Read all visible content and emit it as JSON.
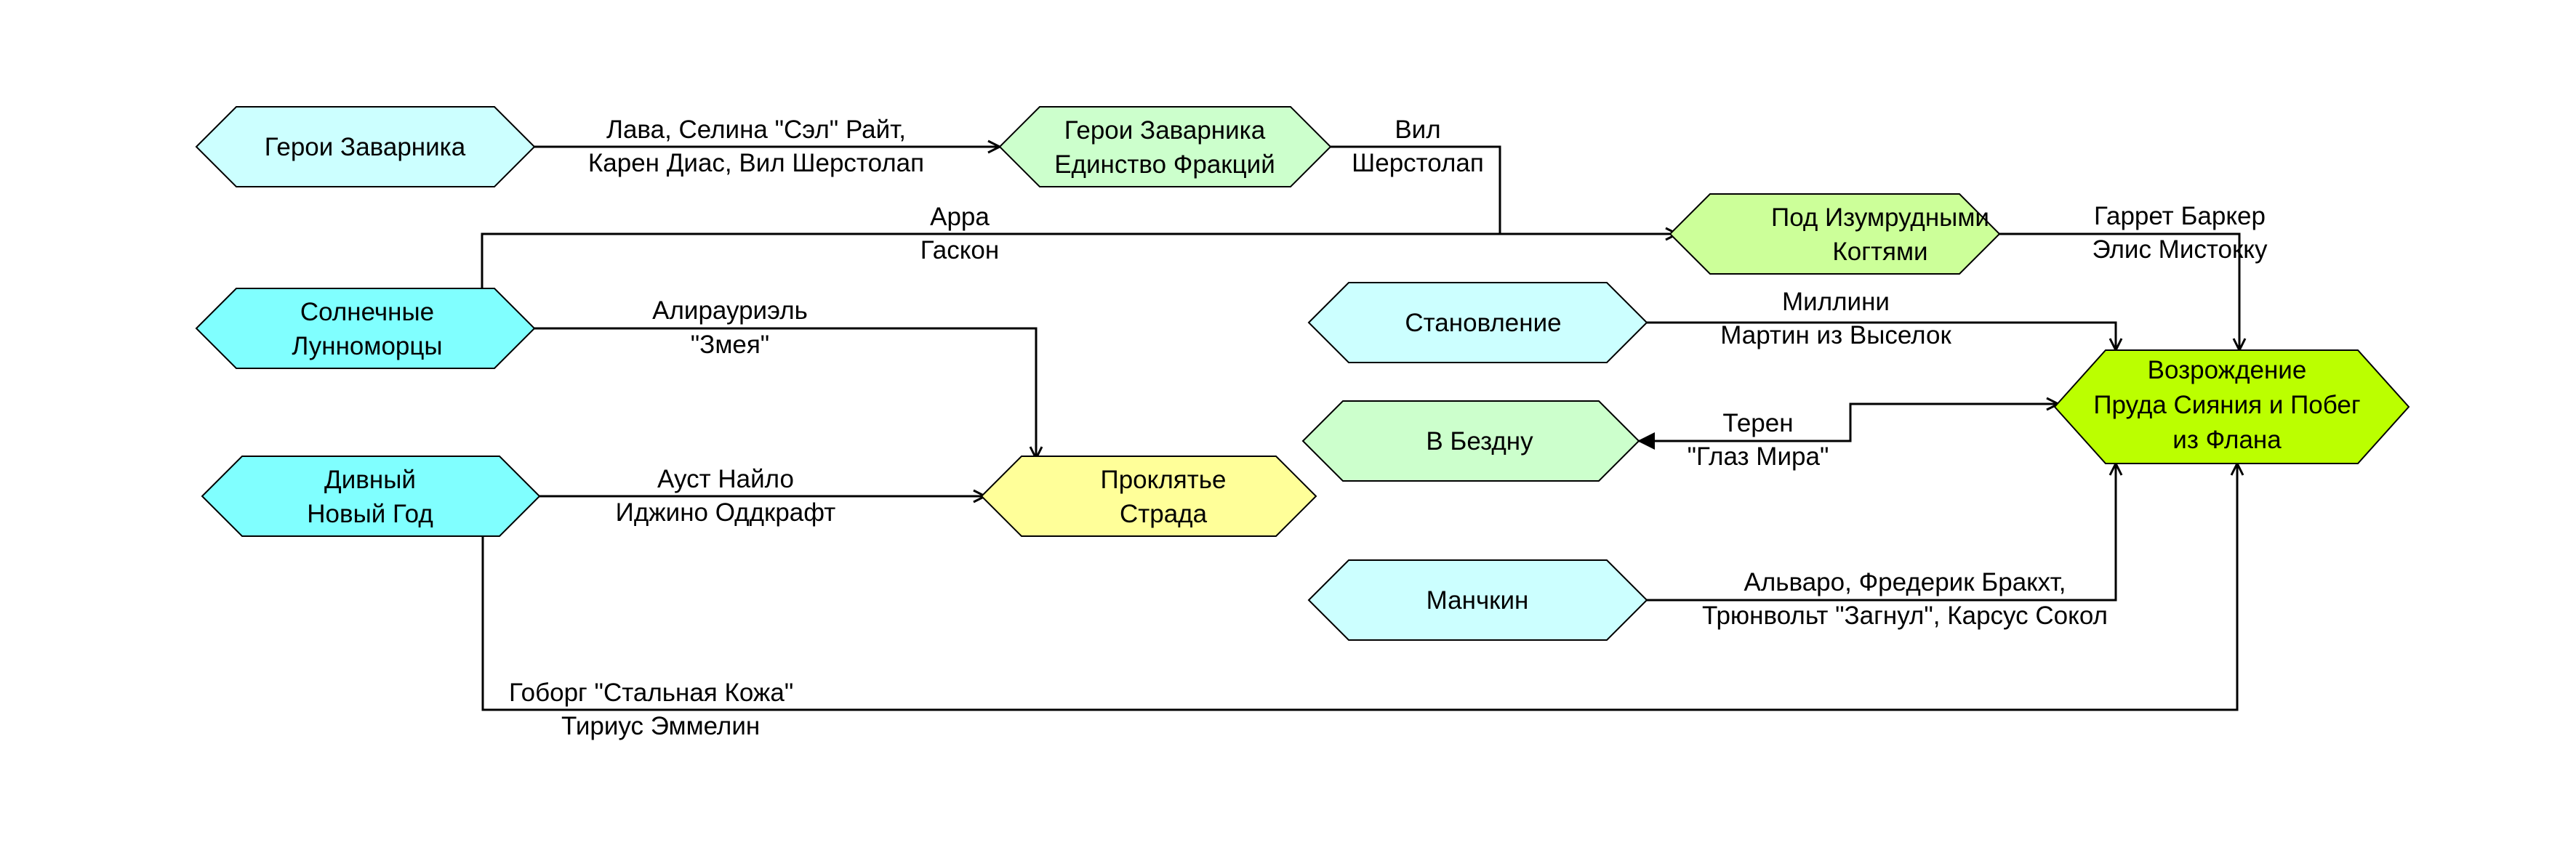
{
  "colors": {
    "cyan": "#ccffff",
    "teal": "#80ffff",
    "lightgreen": "#ccffcc",
    "midgreen": "#ccff99",
    "yellow": "#ffff99",
    "lime": "#bbff00"
  },
  "nodes": {
    "geroi": {
      "lines": [
        "Герои Заварника"
      ],
      "color": "cyan"
    },
    "geroi_edinstvo": {
      "lines": [
        "Герои Заварника",
        "Единство Фракций"
      ],
      "color": "lightgreen"
    },
    "izumrud": {
      "lines": [
        "Под Изумрудными",
        "Когтями"
      ],
      "color": "midgreen"
    },
    "solnechnye": {
      "lines": [
        "Солнечные",
        "Лунноморцы"
      ],
      "color": "teal"
    },
    "stanovlenie": {
      "lines": [
        "Становление"
      ],
      "color": "cyan"
    },
    "vozrozhdenie": {
      "lines": [
        "Возрождение",
        "Пруда Сияния и Побег",
        "из Флана"
      ],
      "color": "lime"
    },
    "v_bezdnu": {
      "lines": [
        "В Бездну"
      ],
      "color": "lightgreen"
    },
    "divny": {
      "lines": [
        "Дивный",
        "Новый Год"
      ],
      "color": "teal"
    },
    "proklyatie": {
      "lines": [
        "Проклятье",
        "Страда"
      ],
      "color": "yellow"
    },
    "manchkin": {
      "lines": [
        "Манчкин"
      ],
      "color": "cyan"
    }
  },
  "edges": {
    "lava": {
      "lines": [
        "Лава, Селина \"Сэл\" Райт,",
        "Карен Диас, Вил Шерстолап"
      ]
    },
    "vil": {
      "lines": [
        "Вил",
        "Шерстолап"
      ]
    },
    "arra": {
      "lines": [
        "Арра",
        "Гаскон"
      ]
    },
    "garret": {
      "lines": [
        "Гаррет Баркер",
        "Элис Мистокку"
      ]
    },
    "aliraurial": {
      "lines": [
        "Алирауриэль",
        "\"Змея\""
      ]
    },
    "millini": {
      "lines": [
        "Миллини",
        "Мартин из Выселок"
      ]
    },
    "teren": {
      "lines": [
        "Терен",
        "\"Глаз Мира\""
      ]
    },
    "aust": {
      "lines": [
        "Ауст Найло",
        "Иджино Оддкрафт"
      ]
    },
    "alvaro": {
      "lines": [
        "Альваро, Фредерик Бракхт,",
        "Трюнвольт \"Загнул\", Карсус Сокол"
      ]
    },
    "goborg": {
      "lines": [
        "Гоборг \"Стальная Кожа\"",
        "Тириус Эммелин"
      ]
    }
  }
}
